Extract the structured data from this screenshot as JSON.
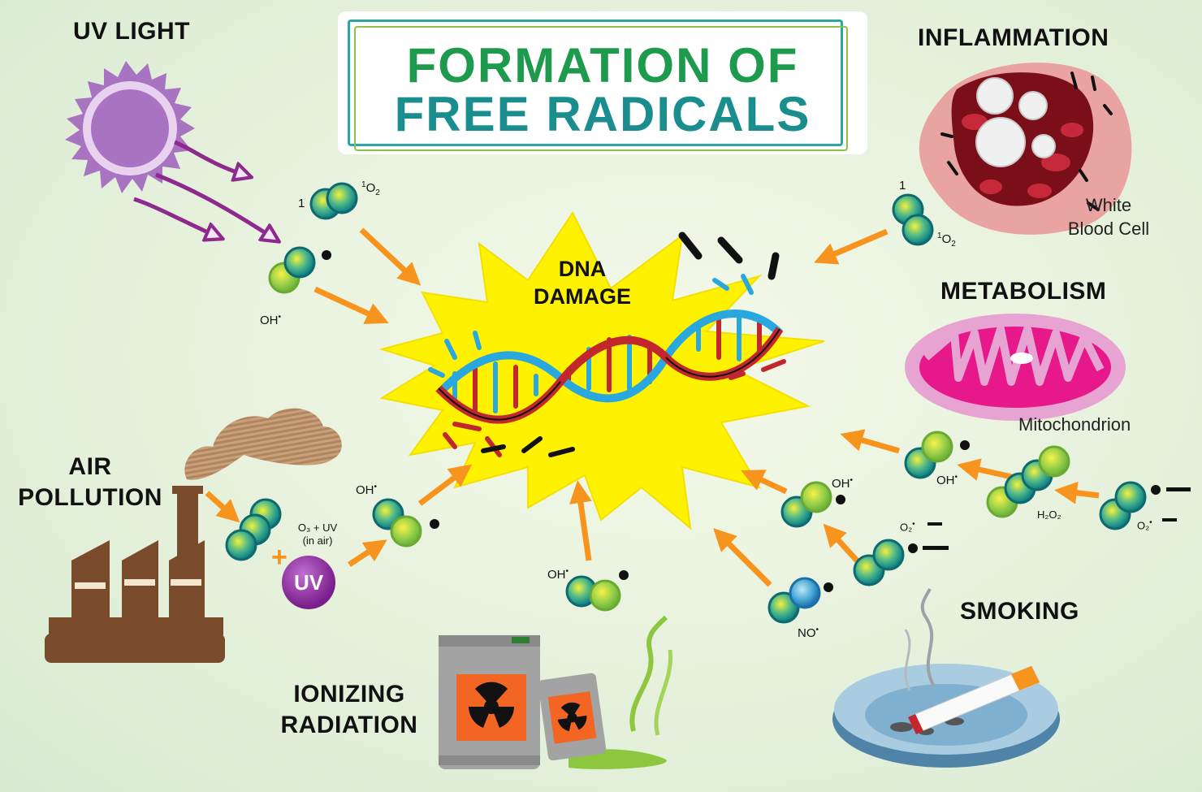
{
  "title": {
    "line1": "FORMATION OF",
    "line2": "FREE RADICALS"
  },
  "center": {
    "label_line1": "DNA",
    "label_line2": "DAMAGE"
  },
  "sources": {
    "uv_light": "UV LIGHT",
    "inflammation": "INFLAMMATION",
    "metabolism": "METABOLISM",
    "air_pollution_line1": "AIR",
    "air_pollution_line2": "POLLUTION",
    "ionizing_line1": "IONIZING",
    "ionizing_line2": "RADIATION",
    "smoking": "SMOKING"
  },
  "captions": {
    "white_blood_cell_line1": "White",
    "white_blood_cell_line2": "Blood Cell",
    "mitochondrion": "Mitochondrion"
  },
  "chemicals": {
    "singlet_oxygen_sup": "1",
    "singlet_oxygen_formula": "O",
    "singlet_oxygen_sub": "2",
    "hydroxyl": "OH",
    "ozone_uv_line1": "O₃ + UV",
    "ozone_uv_line2": "(in air)",
    "uv_badge": "UV",
    "hydrogen_peroxide": "H₂O₂",
    "superoxide": "O₂",
    "nitric_oxide": "NO",
    "plus": "+"
  },
  "colors": {
    "title_green": "#1d9a4b",
    "title_teal": "#1a8d8f",
    "arrow_orange": "#f7941d",
    "burst_yellow": "#fff200",
    "dna_red": "#c1272d",
    "dna_blue": "#29a8e0",
    "sun_purple": "#a874c2",
    "factory_brown": "#7a4b2a",
    "mito_pink": "#e6188a",
    "molecule_green": "#8dc63f"
  },
  "icons": [
    "sun-icon",
    "factory-icon",
    "smoke-cloud-icon",
    "radioactive-barrel-icon",
    "ashtray-icon",
    "cigarette-icon",
    "mitochondrion-icon",
    "inflamed-tissue-icon",
    "dna-helix-icon"
  ]
}
